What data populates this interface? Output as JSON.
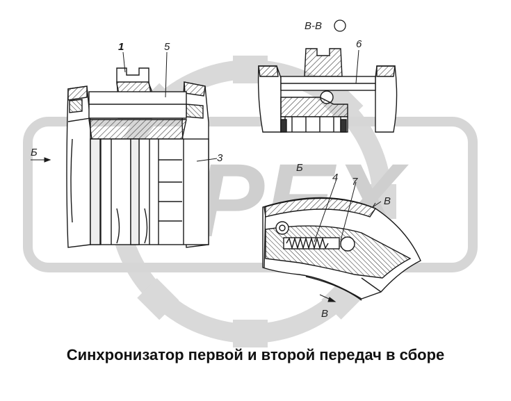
{
  "caption": "Синхронизатор первой и второй передач в сборе",
  "watermark": {
    "text": "OPEX",
    "color": "#c9c9c9"
  },
  "labels": {
    "part_1": "1",
    "part_3": "3",
    "part_4": "4",
    "part_5": "5",
    "part_6": "6",
    "part_7": "7",
    "view_b_left": "Б",
    "view_b_detail": "Б",
    "section_vv": "В-В",
    "section_v_top": "В",
    "section_v_bottom": "В"
  },
  "colors": {
    "line": "#1a1a1a",
    "hatch": "#333333",
    "watermark": "#c9c9c9"
  }
}
